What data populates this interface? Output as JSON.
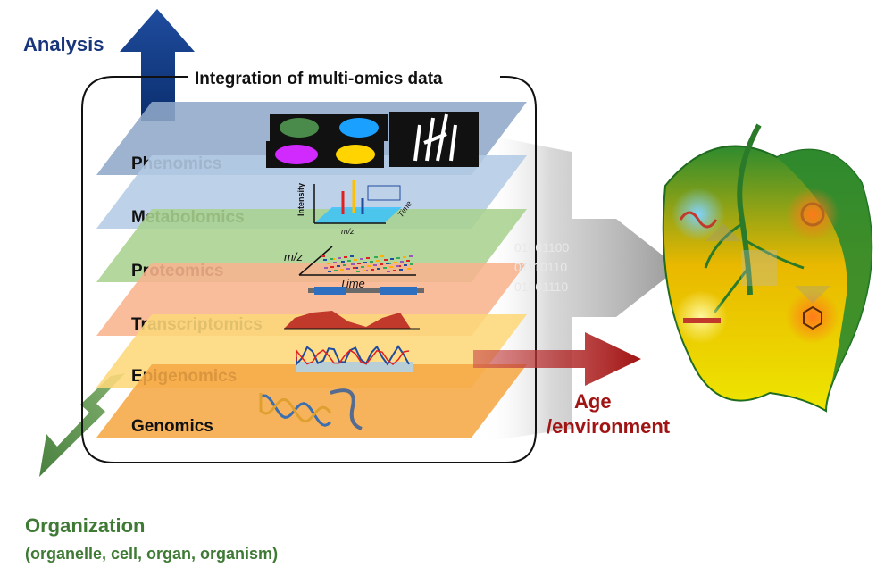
{
  "title": "Integration of multi-omics data",
  "axes": {
    "analysis": "Analysis",
    "organization": "Organization",
    "organization_sub": "(organelle, cell, organ, organism)",
    "age_line1": "Age",
    "age_line2": "/environment"
  },
  "layers": [
    {
      "label": "Phenomics",
      "color": "#8fa8c8"
    },
    {
      "label": "Metabolomics",
      "color": "#b4cbe6"
    },
    {
      "label": "Proteomics",
      "color": "#a9d18e"
    },
    {
      "label": "Transcriptomics",
      "color": "#f8b48e"
    },
    {
      "label": "Epigenomics",
      "color": "#fdd77a"
    },
    {
      "label": "Genomics",
      "color": "#f6a845"
    }
  ],
  "binary": [
    "01001100",
    "01110110",
    "01001110"
  ],
  "mini_plots": {
    "metabolomics_y": "Intensity",
    "metabolomics_x": "m/z",
    "metabolomics_z": "Time",
    "proteomics_y": "m/z",
    "proteomics_x": "Time"
  },
  "colors": {
    "analysis": "#17357a",
    "organization": "#3f7a35",
    "age": "#a11414"
  }
}
